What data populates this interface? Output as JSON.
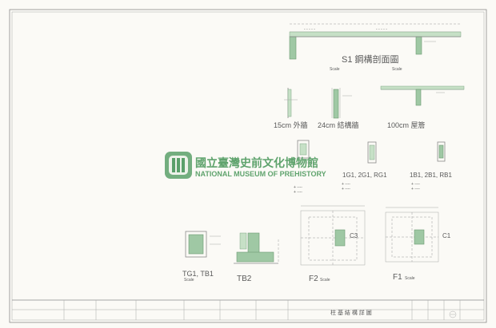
{
  "watermark": {
    "chinese": "國立臺灣史前文化博物館",
    "english": "NATIONAL MUSEUM OF PREHISTORY"
  },
  "labels": {
    "s1_section": "S1 鋼構剖面圖",
    "wall_15cm": "15cm 外牆",
    "wall_24cm": "24cm 結構牆",
    "roof_100cm": "100cm 屋簷",
    "beam_1g": "1G1, 2G1, RG1",
    "beam_1b": "1B1, 2B1, RB1",
    "tg1": "TG1, TB1",
    "tb2": "TB2",
    "f2": "F2",
    "f1": "F1",
    "c3": "C3",
    "c1": "C1"
  },
  "title_block": {
    "drawing_title": "柱 基 結 構 詳 圖"
  }
}
